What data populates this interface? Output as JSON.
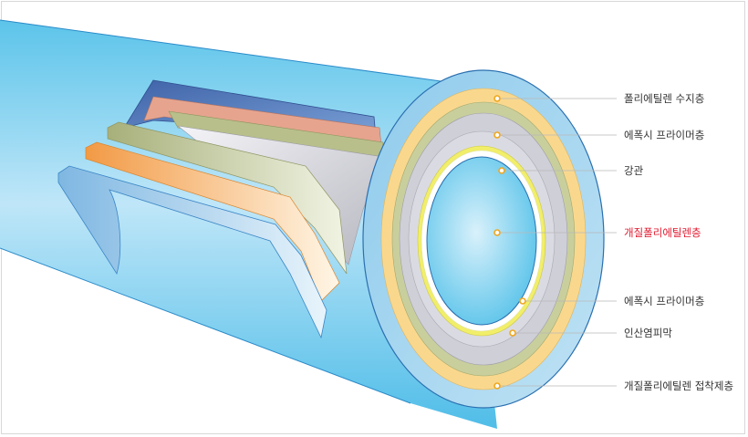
{
  "labels": {
    "outer_pe": "폴리에틸렌 수지층",
    "epoxy_outer": "에폭시 프라이머층",
    "steel": "강관",
    "inner_pe": "개질폴리에틸렌층",
    "epoxy_inner": "에폭시 프라이머층",
    "phosphate": "인산염피막",
    "adhesive": "개질폴리에틸렌 접착제층"
  },
  "colors": {
    "outer_pe": "#a6d4ee",
    "adhesive": "#f9d88e",
    "epoxy": "#c9cf9c",
    "steel": "#cfcfd7",
    "phosphate": "#f1ee6a",
    "inner_pe": "#74cbee",
    "highlight_label": "#e0192f",
    "marker": "#f0a61d"
  }
}
